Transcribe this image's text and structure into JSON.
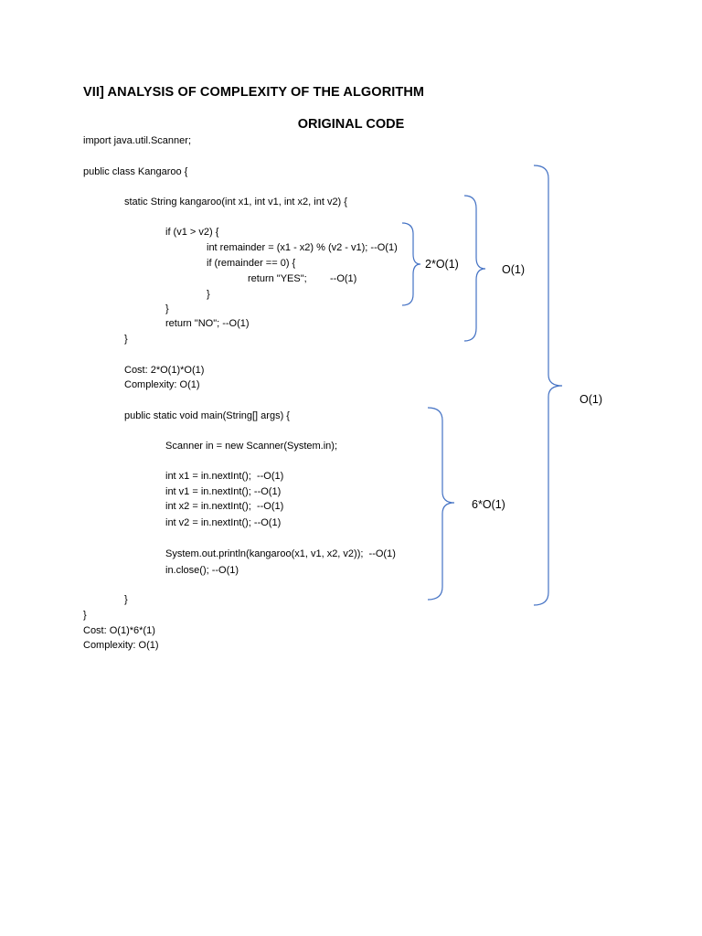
{
  "heading": "VII] ANALYSIS OF COMPLEXITY OF THE ALGORITHM",
  "subheading": "ORIGINAL CODE",
  "code": {
    "import": "import java.util.Scanner;",
    "class_decl": "public class Kangaroo {",
    "kangaroo_sig": "static String kangaroo(int x1, int v1, int x2, int v2) {",
    "if_v1": "if (v1 > v2) {",
    "remainder": "int remainder = (x1 - x2) % (v2 - v1); --O(1)",
    "if_rem": "if (remainder == 0) {",
    "return_yes": "return \"YES\";",
    "return_yes_cost": "--O(1)",
    "close_inner": "}",
    "close_if": "}",
    "return_no": "return \"NO\"; --O(1)",
    "close_method": "}",
    "cost1": "Cost: 2*O(1)*O(1)",
    "complexity1": "Complexity: O(1)",
    "main_sig": "public static void main(String[] args) {",
    "scanner": "Scanner in = new Scanner(System.in);",
    "x1": "int x1 = in.nextInt();  --O(1)",
    "v1": "int v1 = in.nextInt(); --O(1)",
    "x2": "int x2 = in.nextInt();  --O(1)",
    "v2": "int v2 = in.nextInt(); --O(1)",
    "println": "System.out.println(kangaroo(x1, v1, x2, v2));  --O(1)",
    "close_in": "in.close(); --O(1)",
    "close_main": "}",
    "close_class": "}",
    "cost2": "Cost: O(1)*6*(1)",
    "complexity2": "Complexity: O(1)"
  },
  "annotations": {
    "inner_if": "2*O(1)",
    "kangaroo_method": "O(1)",
    "main_method": "6*O(1)",
    "whole_class": "O(1)"
  },
  "colors": {
    "brace": "#4472c4",
    "text": "#000000",
    "background": "#ffffff"
  }
}
